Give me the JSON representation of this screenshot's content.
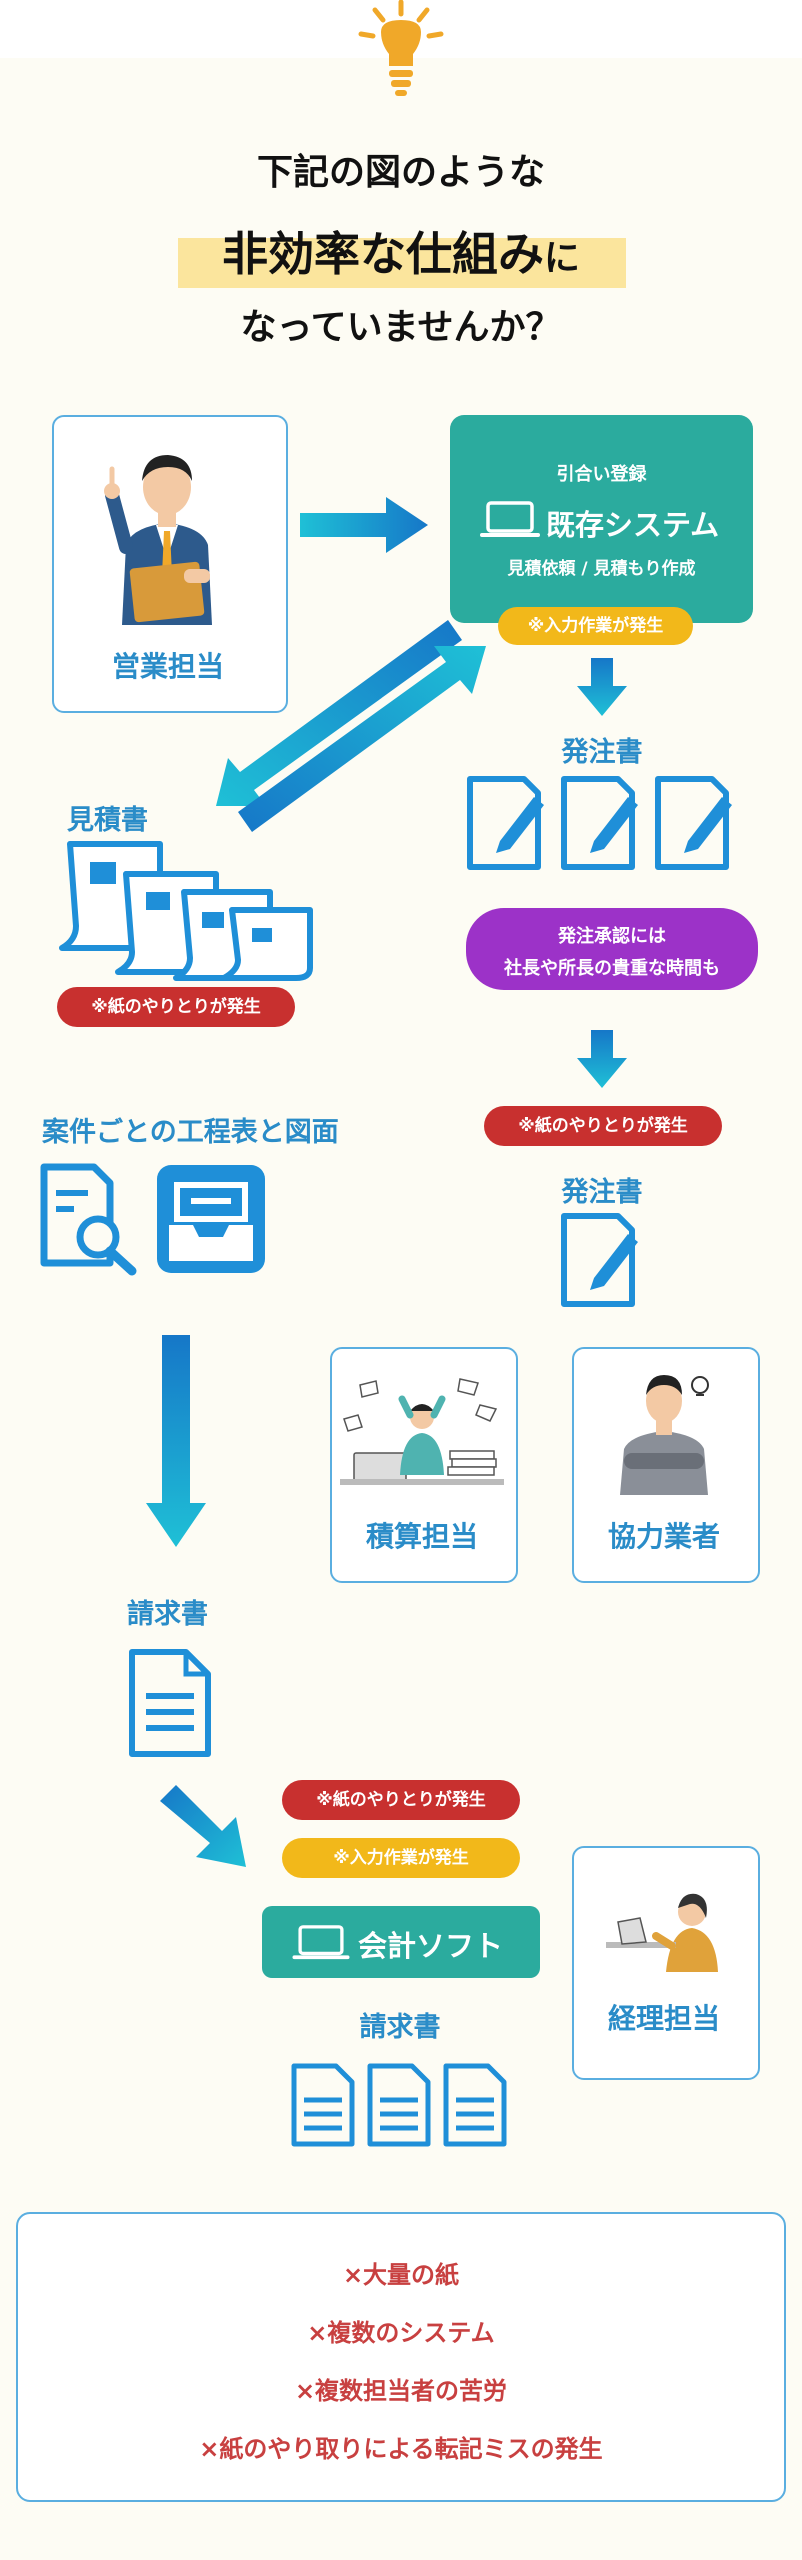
{
  "heading": {
    "line1": "下記の図のような",
    "line2_main": "非効率な仕組み",
    "line2_suffix": "に",
    "line3": "なっていませんか？"
  },
  "sales": {
    "label": "営業担当"
  },
  "system": {
    "top": "引合い登録",
    "name": "既存システム",
    "sub": "見積依頼 / 見積もり作成",
    "badge": "※入力作業が発生"
  },
  "estimate": {
    "title": "見積書",
    "badge": "※紙のやりとりが発生"
  },
  "order1": {
    "title": "発注書"
  },
  "approval": {
    "line1": "発注承認には",
    "line2": "社長や所長の貴重な時間も"
  },
  "order2": {
    "badge": "※紙のやりとりが発生",
    "title": "発注書"
  },
  "schedule": {
    "title": "案件ごとの工程表と図面"
  },
  "estimator": {
    "label": "積算担当"
  },
  "partner": {
    "label": "協力業者"
  },
  "invoice1": {
    "title": "請求書"
  },
  "accounting": {
    "badge_paper": "※紙のやりとりが発生",
    "badge_input": "※入力作業が発生",
    "software": "会計ソフト",
    "invoice_title": "請求書"
  },
  "accountant": {
    "label": "経理担当"
  },
  "summary": {
    "items": [
      "×大量の紙",
      "×複数のシステム",
      "×複数担当者の苦労",
      "×紙のやり取りによる転記ミスの発生"
    ]
  },
  "colors": {
    "blue": "#2a8cc8",
    "teal": "#2bab9e",
    "red": "#c8302f",
    "yellow": "#f2b81a",
    "purple": "#9c32c8",
    "highlight": "#fbe59d",
    "summary_text": "#c84040"
  }
}
